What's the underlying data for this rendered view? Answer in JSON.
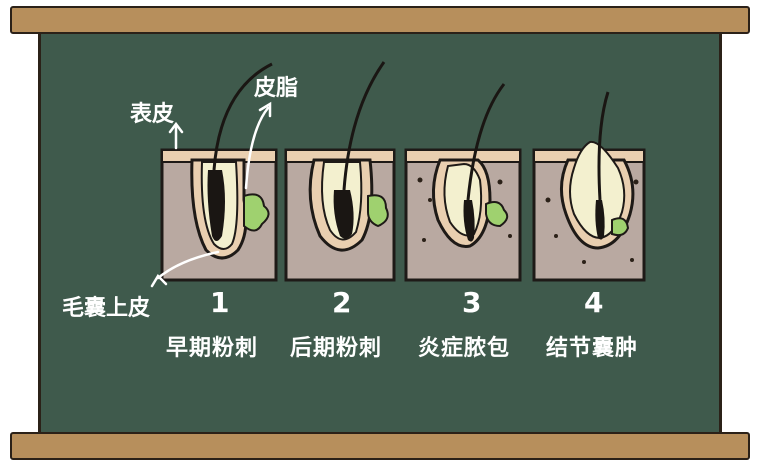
{
  "annotations": {
    "epidermis": "表皮",
    "sebum": "皮脂",
    "follicle_epithelium": "毛囊上皮"
  },
  "stages": [
    {
      "number": "1",
      "name": "早期粉刺"
    },
    {
      "number": "2",
      "name": "后期粉刺"
    },
    {
      "number": "3",
      "name": "炎症脓包"
    },
    {
      "number": "4",
      "name": "结节囊肿"
    }
  ],
  "colors": {
    "board_green": "#3f5a4c",
    "frame_wood": "#b78f5c",
    "skin_tan": "#e9cfb0",
    "tissue_gray": "#b9a9a1",
    "sebum_green": "#9fd16f",
    "hair": "#1a1613",
    "pus_cream": "#f3f0cf"
  }
}
